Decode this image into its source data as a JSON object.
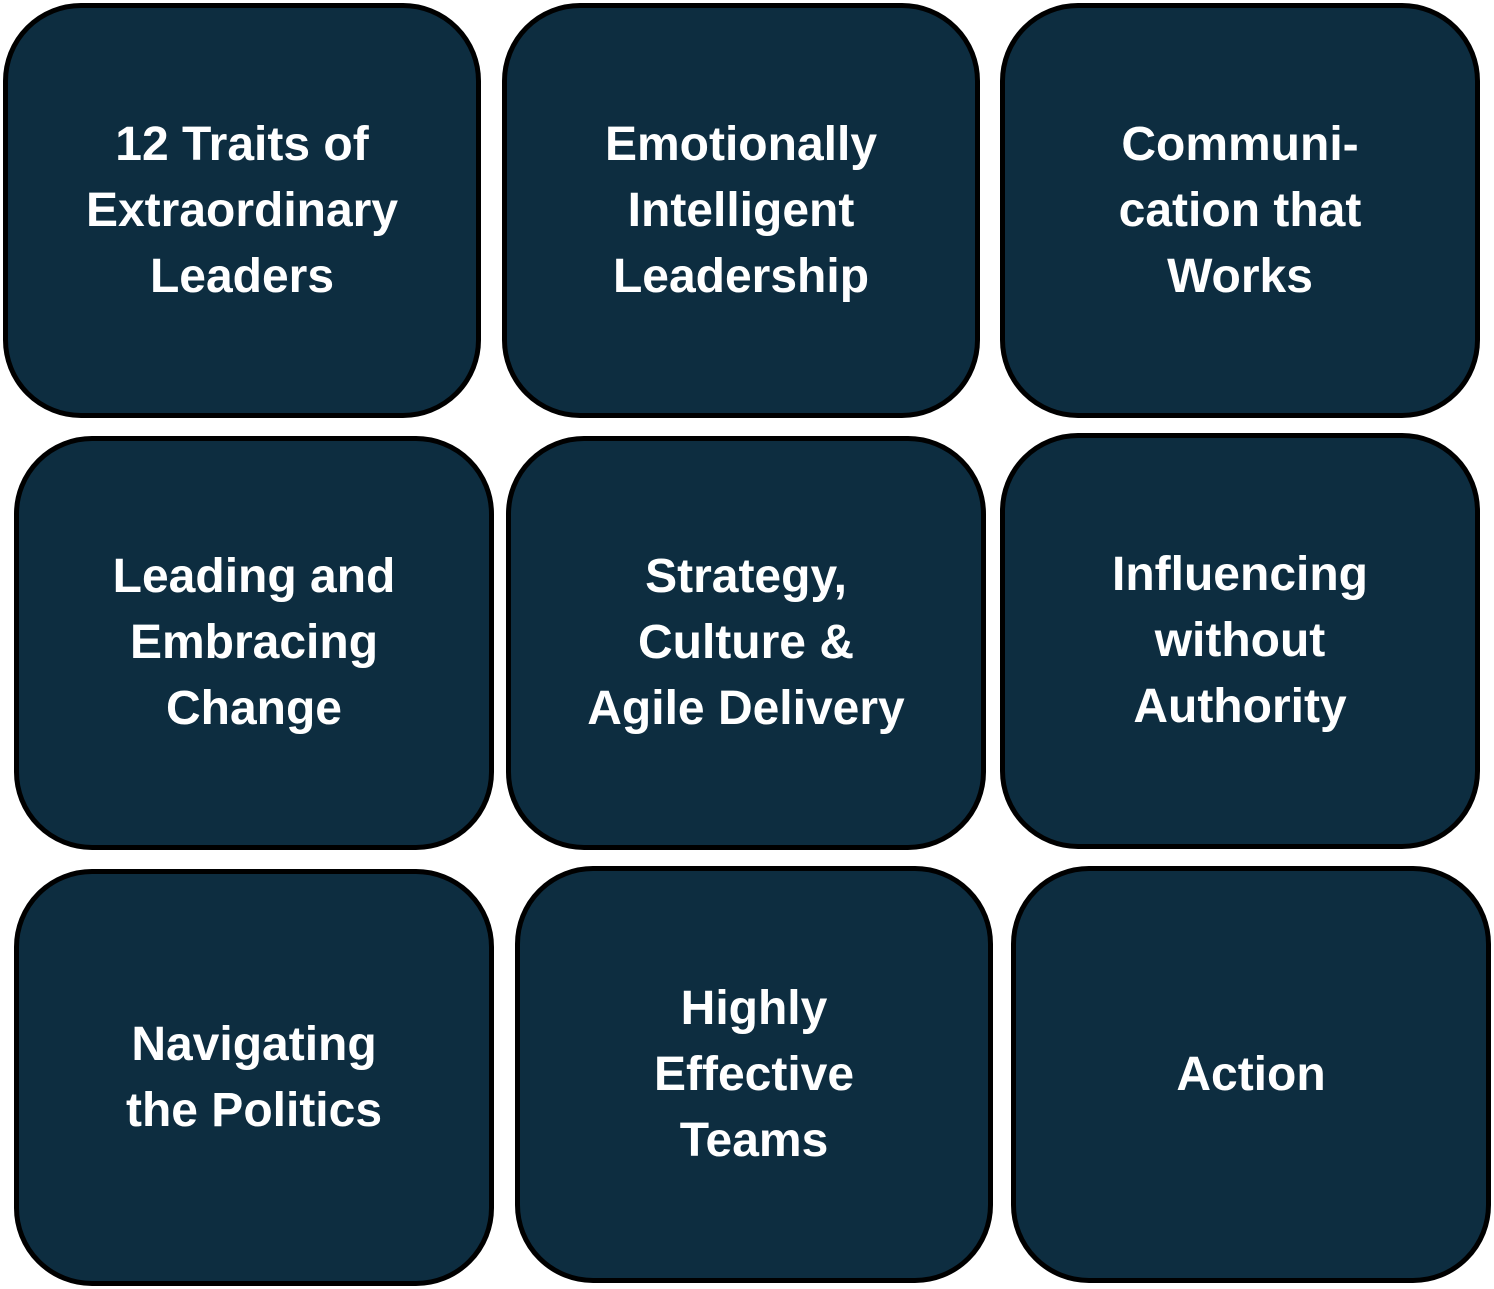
{
  "colors": {
    "tile_fill": "#0d2d40",
    "tile_border": "#000000",
    "text": "#ffffff",
    "background": "#ffffff"
  },
  "tiles": [
    {
      "label": "12 Traits of\nExtraordinary\nLeaders"
    },
    {
      "label": "Emotionally\nIntelligent\nLeadership"
    },
    {
      "label": "Communi-\ncation that\nWorks"
    },
    {
      "label": "Leading and\nEmbracing\nChange"
    },
    {
      "label": "Strategy,\nCulture &\nAgile Delivery"
    },
    {
      "label": "Influencing\nwithout\nAuthority"
    },
    {
      "label": "Navigating\nthe Politics"
    },
    {
      "label": "Highly\nEffective\nTeams"
    },
    {
      "label": "Action"
    }
  ]
}
